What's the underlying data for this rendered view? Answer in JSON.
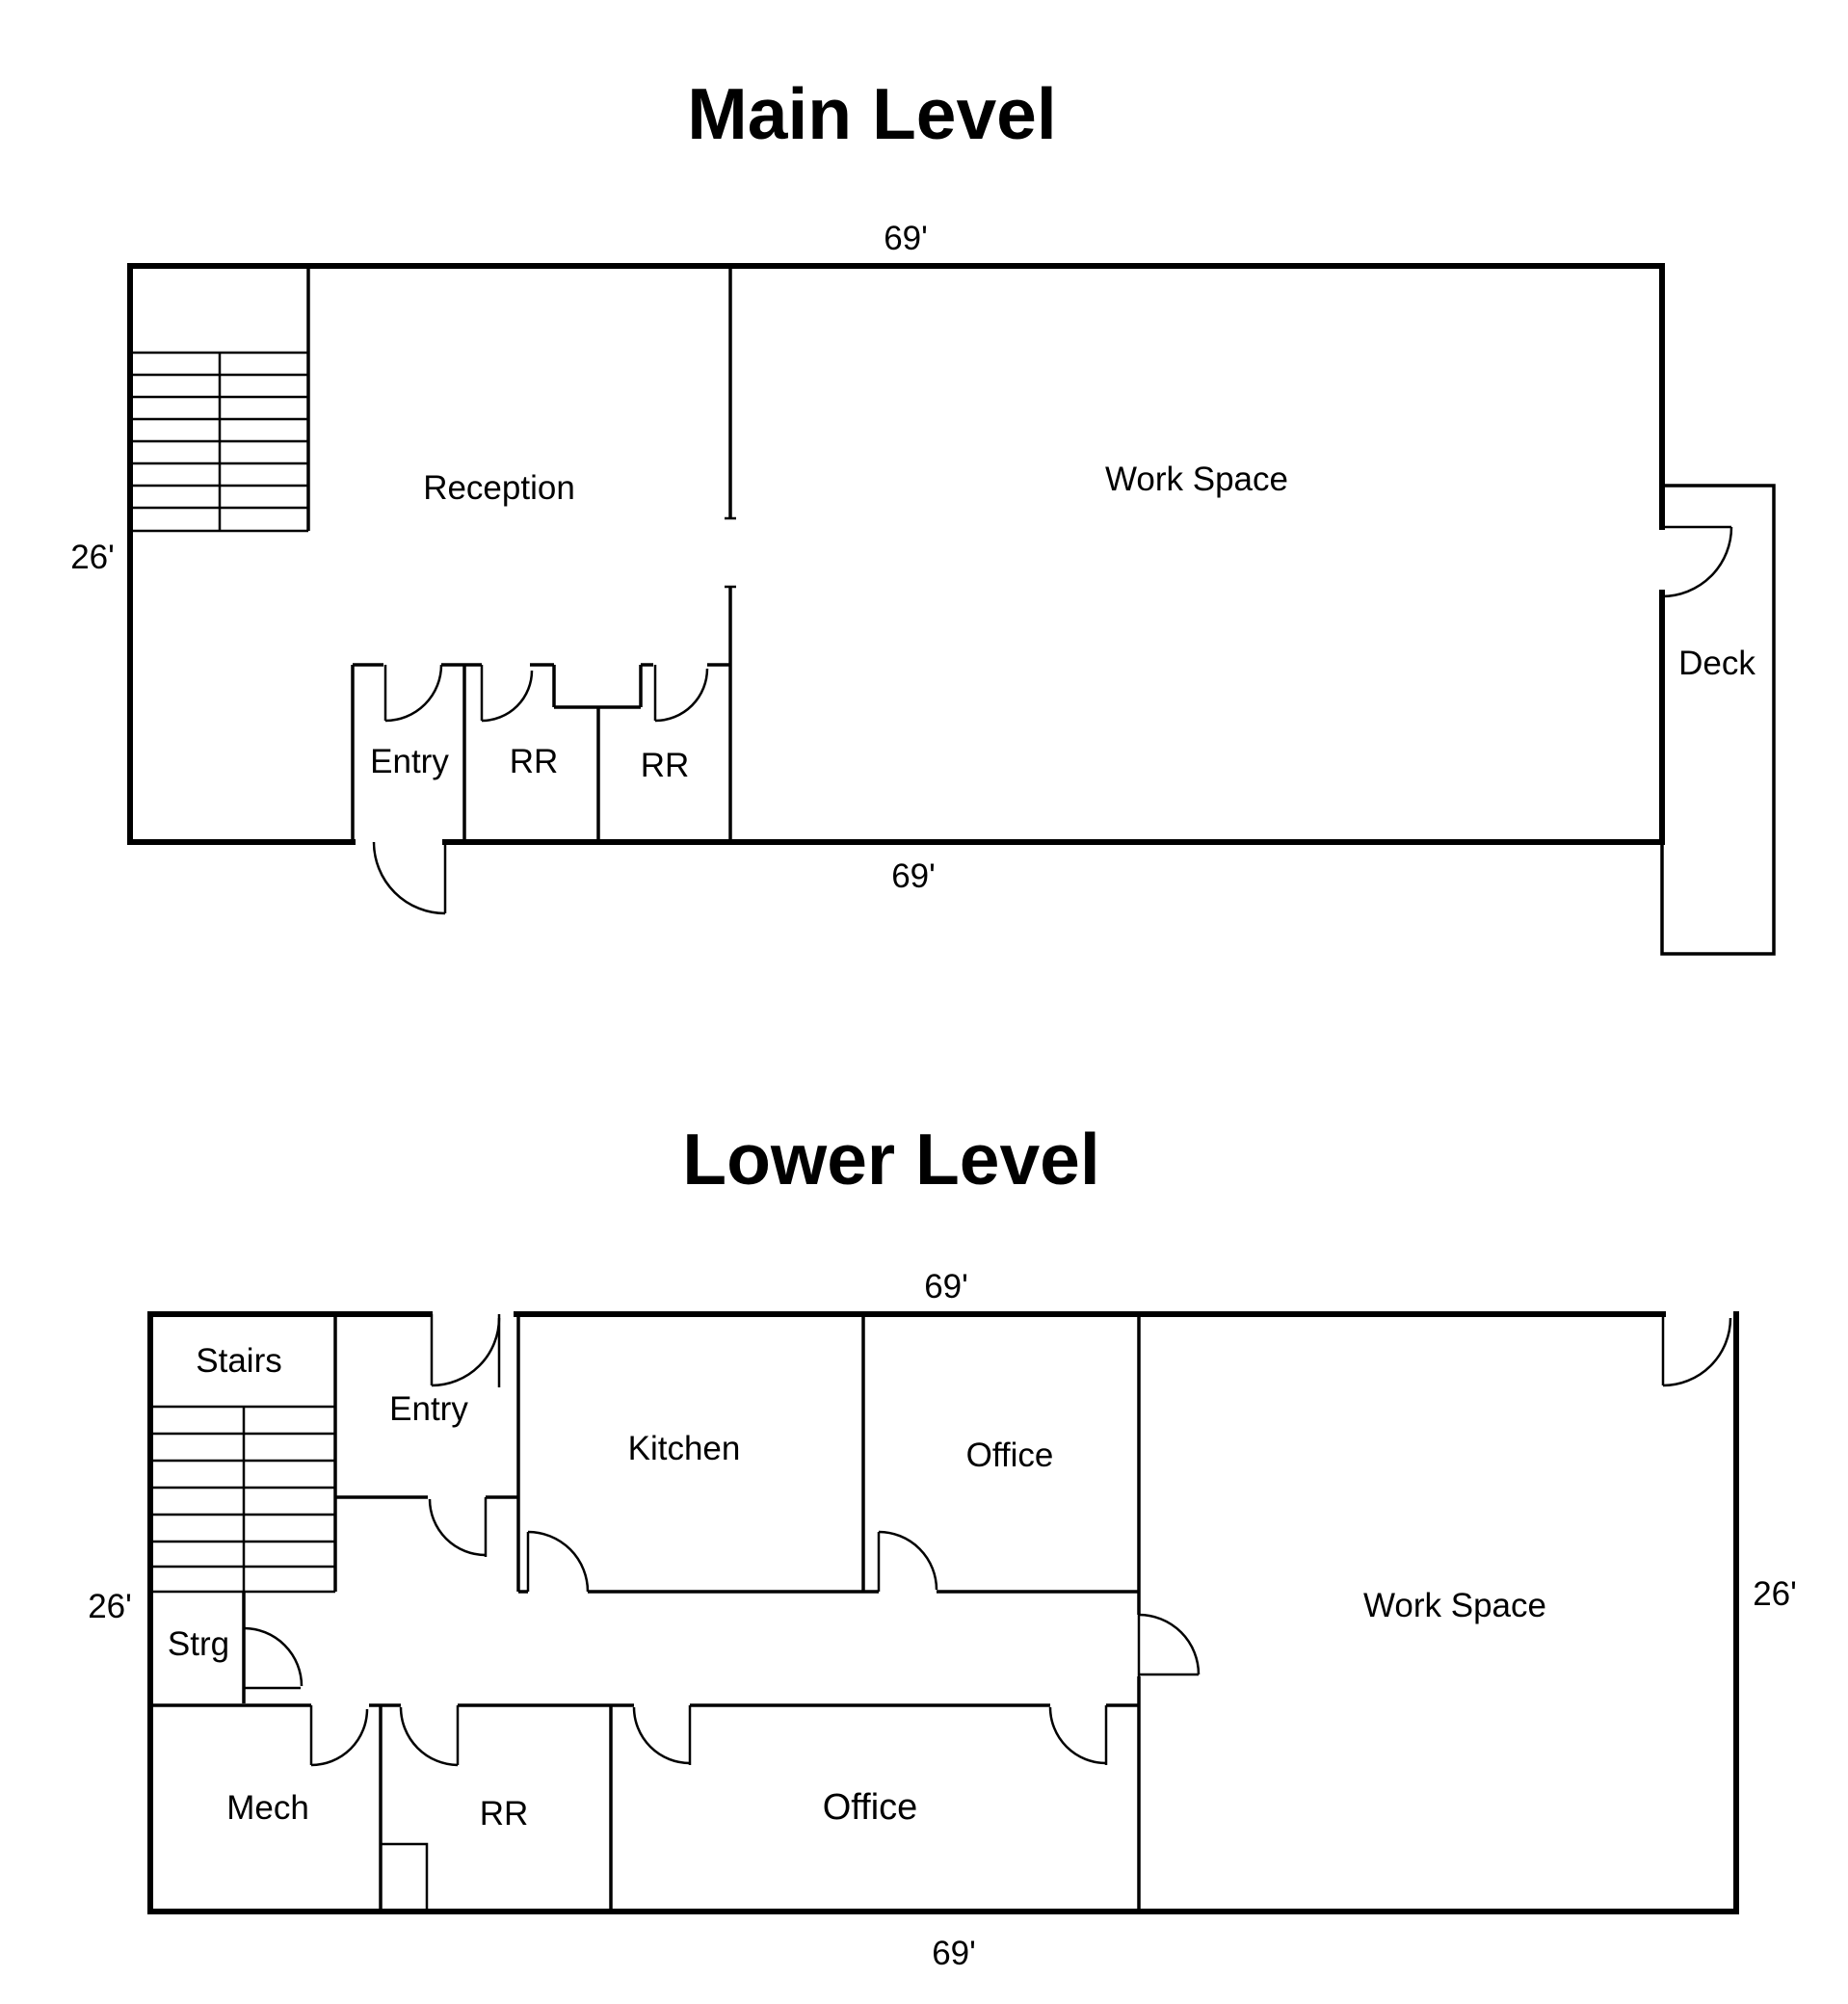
{
  "main_level": {
    "title": "Main Level",
    "dimensions": {
      "top": "69'",
      "bottom": "69'",
      "left": "26'"
    },
    "rooms": {
      "reception": "Reception",
      "work_space": "Work Space",
      "deck": "Deck",
      "entry": "Entry",
      "rr_1": "RR",
      "rr_2": "RR"
    }
  },
  "lower_level": {
    "title": "Lower Level",
    "dimensions": {
      "top": "69'",
      "bottom": "69'",
      "left": "26'",
      "right": "26'"
    },
    "rooms": {
      "stairs": "Stairs",
      "entry": "Entry",
      "kitchen": "Kitchen",
      "office_upper": "Office",
      "work_space": "Work Space",
      "strg": "Strg",
      "mech": "Mech",
      "rr": "RR",
      "office_lower": "Office"
    }
  }
}
